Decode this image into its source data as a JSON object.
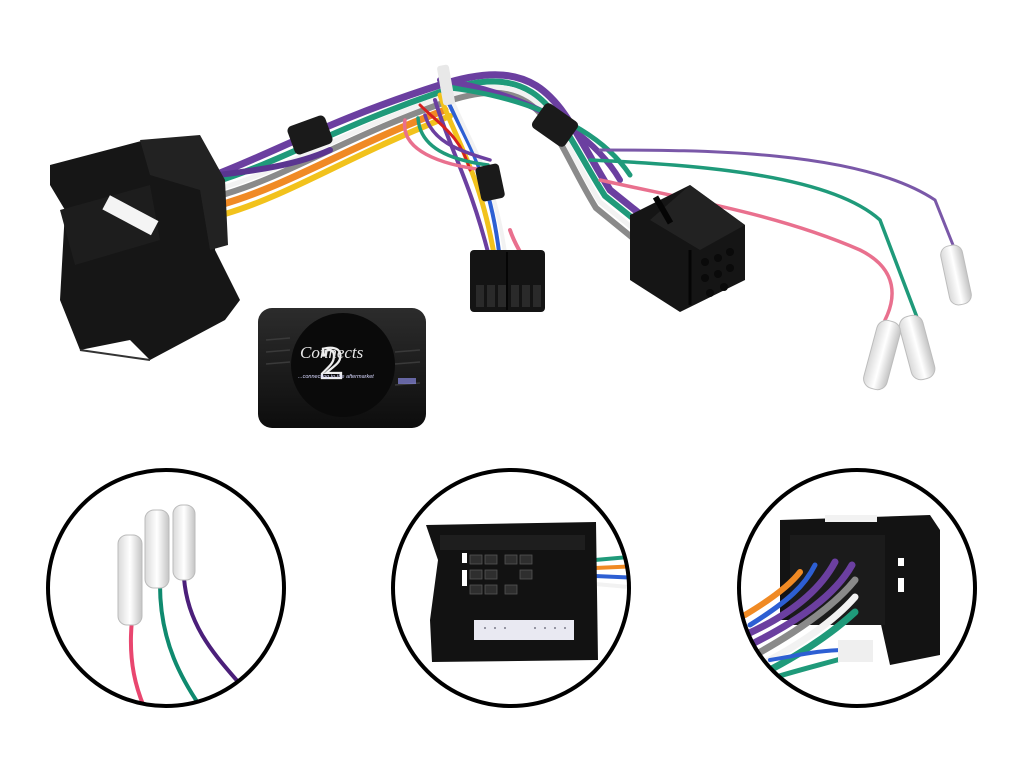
{
  "product": {
    "type": "steering wheel control interface harness",
    "module": {
      "brand_text": "Connects",
      "brand_numeral": "2",
      "tagline": "...connecting to the aftermarket"
    },
    "components": [
      {
        "id": "vehicle-quadlock-connector",
        "label": "Quadlock connector"
      },
      {
        "id": "interface-module",
        "label": "Interface module"
      },
      {
        "id": "molex-16pin-connector",
        "label": "16-pin patch lead connector"
      },
      {
        "id": "iso-connector",
        "label": "ISO connector"
      },
      {
        "id": "spade-terminals",
        "label": "Spade terminal leads"
      }
    ]
  },
  "detail_insets": [
    {
      "id": "inset-terminals",
      "label": "Spade terminals close-up",
      "wires": [
        "pink",
        "green",
        "purple"
      ]
    },
    {
      "id": "inset-quadlock-face",
      "label": "Quadlock connector face"
    },
    {
      "id": "inset-iso-rear",
      "label": "ISO connector rear with wires"
    }
  ],
  "colors": {
    "background": "#ffffff",
    "connector_black": "#151515",
    "wire_purple": "#6b3fa0",
    "wire_green": "#1f9a7a",
    "wire_pink": "#e9708e",
    "wire_orange": "#f08a24",
    "wire_yellow": "#f2c21c",
    "wire_white": "#f2f2f2",
    "wire_grey": "#8a8a8a",
    "wire_blue": "#2d5fd3",
    "wire_red": "#d62020",
    "inset_ring": "#000000"
  }
}
